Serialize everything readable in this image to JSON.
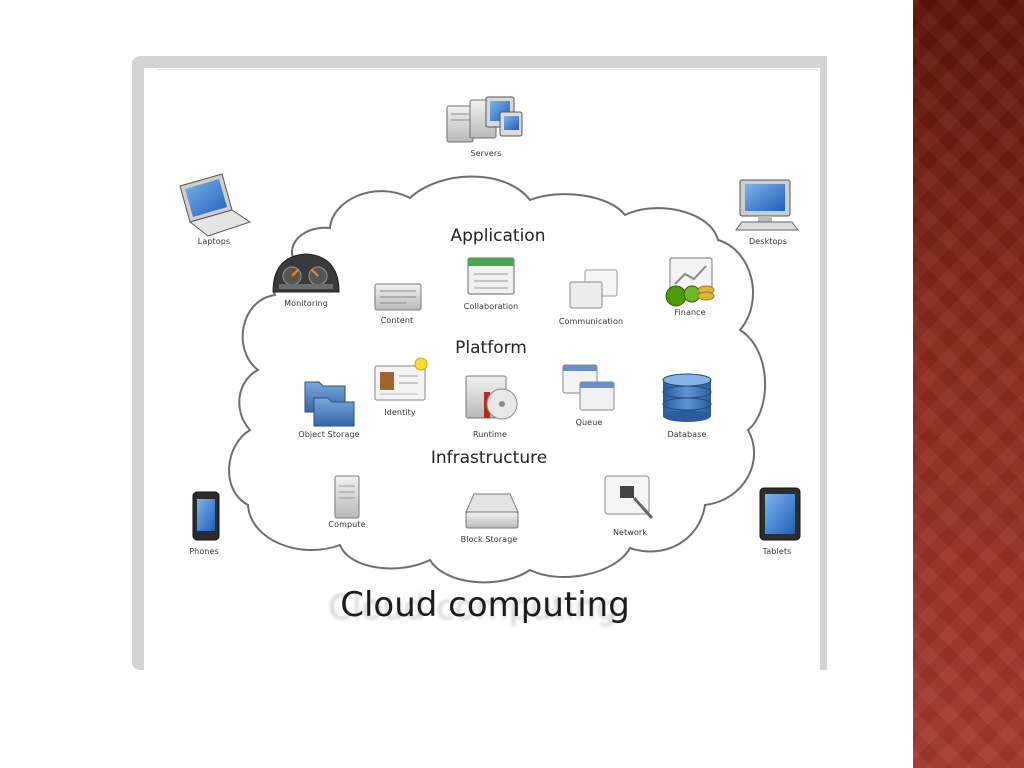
{
  "diagram": {
    "title": "Cloud computing",
    "sections": {
      "application": "Application",
      "platform": "Platform",
      "infrastructure": "Infrastructure"
    },
    "devices": [
      {
        "id": "servers",
        "label": "Servers",
        "icon": "servers-icon"
      },
      {
        "id": "laptops",
        "label": "Laptops",
        "icon": "laptop-icon"
      },
      {
        "id": "desktops",
        "label": "Desktops",
        "icon": "desktop-icon"
      },
      {
        "id": "phones",
        "label": "Phones",
        "icon": "phone-icon"
      },
      {
        "id": "tablets",
        "label": "Tablets",
        "icon": "tablet-icon"
      }
    ],
    "application_items": [
      {
        "id": "monitoring",
        "label": "Monitoring",
        "icon": "gauge-icon"
      },
      {
        "id": "content",
        "label": "Content",
        "icon": "content-icon"
      },
      {
        "id": "collaboration",
        "label": "Collaboration",
        "icon": "calendar-icon"
      },
      {
        "id": "communication",
        "label": "Communication",
        "icon": "chat-icon"
      },
      {
        "id": "finance",
        "label": "Finance",
        "icon": "finance-icon"
      }
    ],
    "platform_items": [
      {
        "id": "object_storage",
        "label": "Object Storage",
        "icon": "folder-icon"
      },
      {
        "id": "identity",
        "label": "Identity",
        "icon": "id-card-icon"
      },
      {
        "id": "runtime",
        "label": "Runtime",
        "icon": "runtime-icon"
      },
      {
        "id": "queue",
        "label": "Queue",
        "icon": "queue-icon"
      },
      {
        "id": "database",
        "label": "Database",
        "icon": "database-icon"
      }
    ],
    "infrastructure_items": [
      {
        "id": "compute",
        "label": "Compute",
        "icon": "compute-icon"
      },
      {
        "id": "block_storage",
        "label": "Block Storage",
        "icon": "hard-drive-icon"
      },
      {
        "id": "network",
        "label": "Network",
        "icon": "network-icon"
      }
    ]
  }
}
